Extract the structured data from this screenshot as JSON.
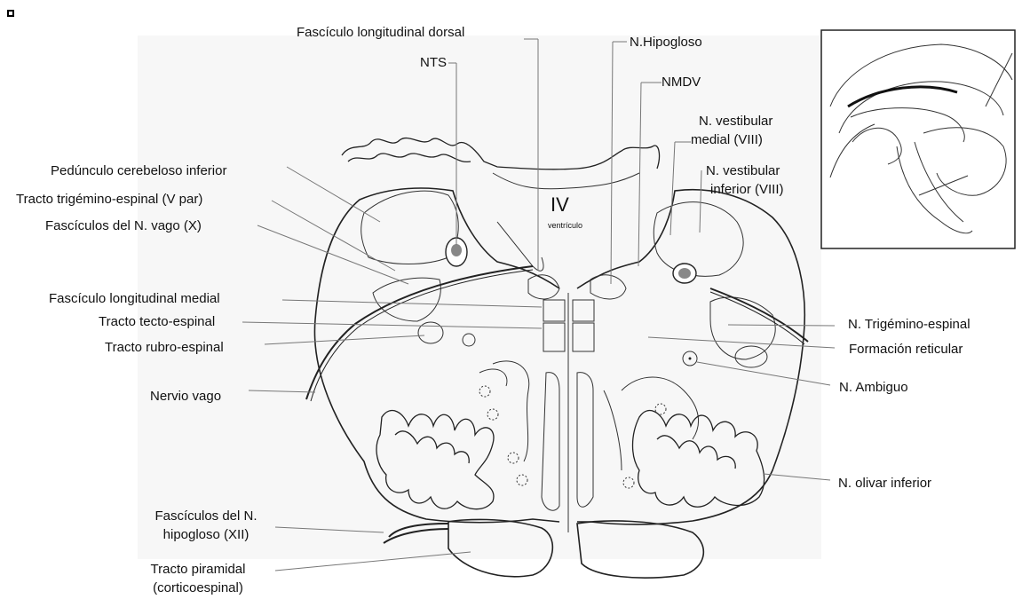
{
  "labels": {
    "flongdorsal": "Fascículo longitudinal dorsal",
    "nts": "NTS",
    "nhipogloso": "N.Hipogloso",
    "nmdv": "NMDV",
    "nvestmed_1": "N. vestibular",
    "nvestmed_2": "medial (VIII)",
    "nvestinf_1": "N. vestibular",
    "nvestinf_2": "inferior (VIII)",
    "pedunculo": "Pedúnculo cerebeloso inferior",
    "trigemesp": "Tracto trigémino-espinal (V par)",
    "fvago": "Fascículos del N. vago (X)",
    "flongmed": "Fascículo longitudinal medial",
    "tectoesp": "Tracto tecto-espinal",
    "rubroesp": "Tracto rubro-espinal",
    "nvago": "Nervio vago",
    "fhipo_1": "Fascículos del N.",
    "fhipo_2": "hipogloso (XII)",
    "piramidal_1": "Tracto piramidal",
    "piramidal_2": "(corticoespinal)",
    "ntrigemesp": "N. Trigémino-espinal",
    "formret": "Formación reticular",
    "nambiguo": "N. Ambiguo",
    "nolivar": "N. olivar inferior",
    "iv": "IV",
    "ventriculo": "ventrículo"
  }
}
